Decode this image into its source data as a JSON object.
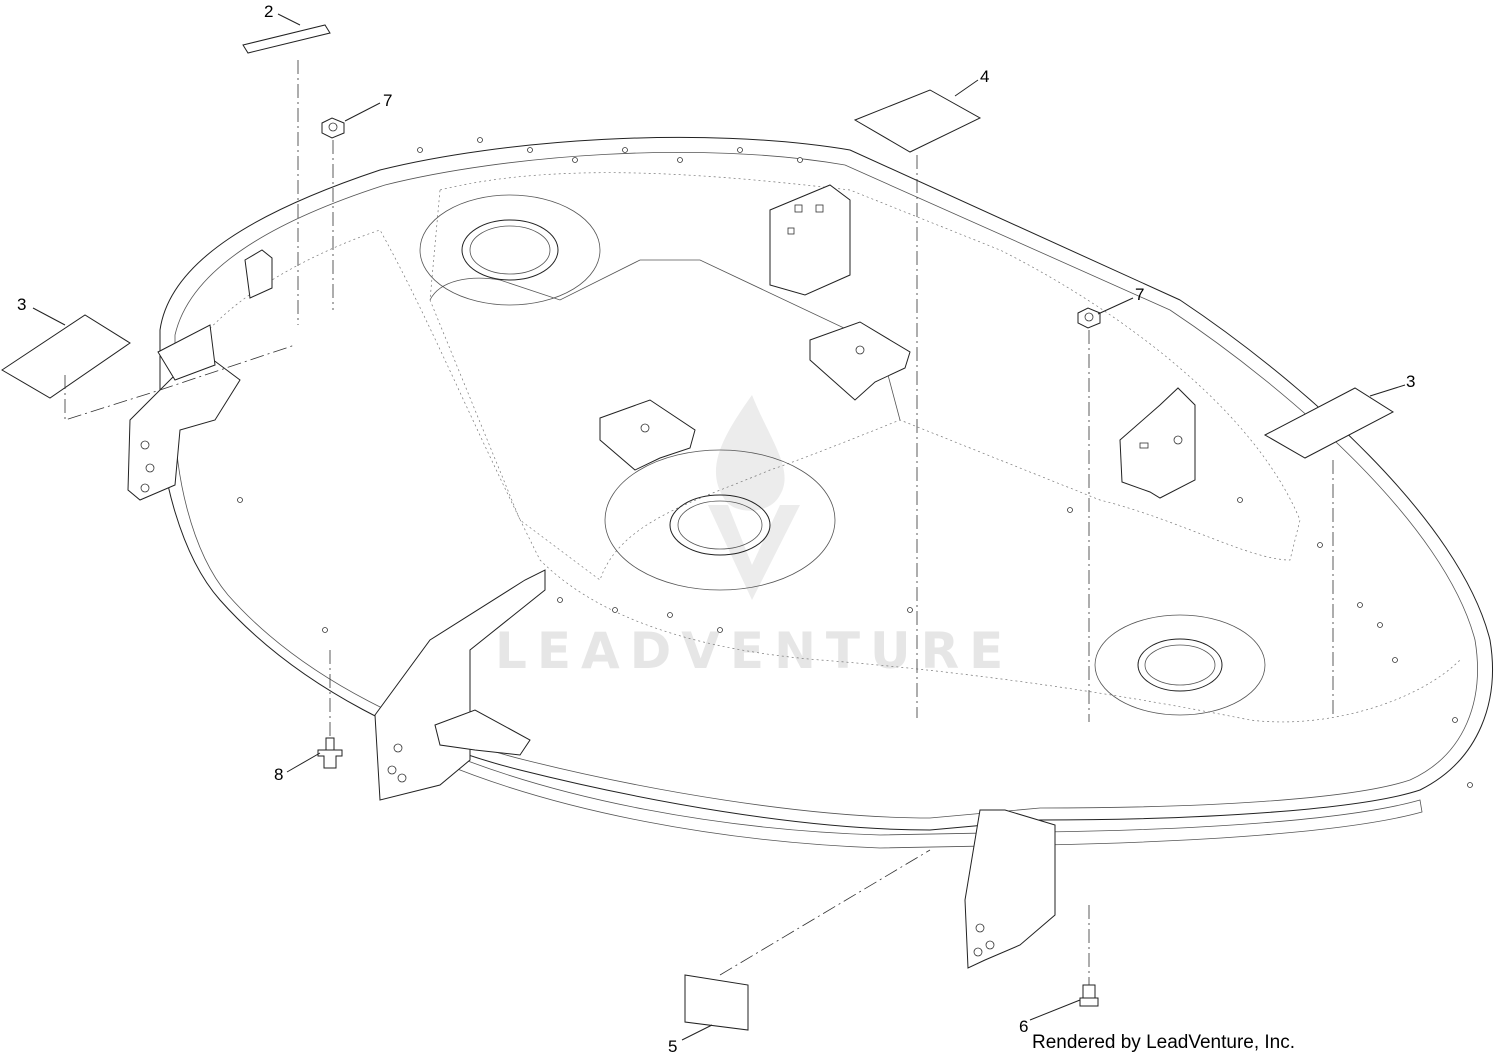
{
  "callouts": {
    "c2": "2",
    "c7a": "7",
    "c4": "4",
    "c3a": "3",
    "c7b": "7",
    "c3b": "3",
    "c8": "8",
    "c5": "5",
    "c6": "6"
  },
  "watermark": "LEADVENTURE",
  "footer": "Rendered by LeadVenture, Inc."
}
